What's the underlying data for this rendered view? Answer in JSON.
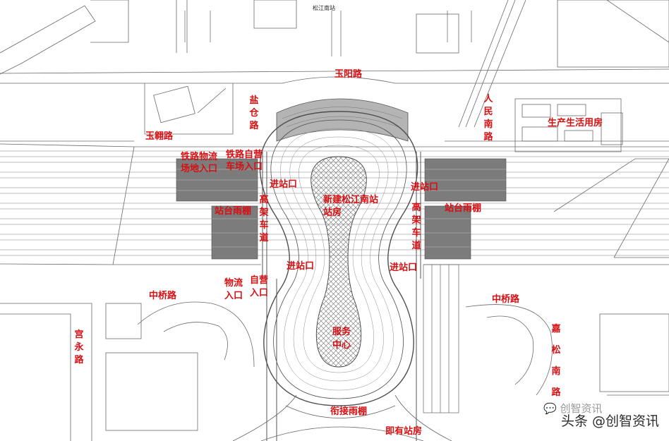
{
  "title": "松江南站",
  "labels": {
    "yuyang_road": "玉阳路",
    "yanchang_road": "盐仓路",
    "renmin_south_road": "人民南路",
    "shengchan_building": "生产生活用房",
    "yuxin_road": "玉翱路",
    "rail_logistics_entrance": "铁路物流场地入口",
    "rail_private_entrance": "铁路自营车场入口",
    "entrance_left_top": "进站口",
    "entrance_right_top": "进站口",
    "entrance_left_bottom": "进站口",
    "entrance_right_bottom": "进站口",
    "new_station": "新建松江南站站房",
    "canopy_left": "站台雨棚",
    "canopy_right": "站台雨棚",
    "elevated_road_left": "高架车道",
    "elevated_road_right": "高架车道",
    "logistics_entrance": "物流入口",
    "self_entrance": "自营入口",
    "zhongqiao_left": "中桥路",
    "zhongqiao_right": "中桥路",
    "service_center": "服务中心",
    "gongyong_road": "宫永路",
    "jiasong_road": "嘉松南路",
    "link_canopy": "衔接雨棚",
    "existing_station": "即有站房"
  },
  "watermark": {
    "logo_text": "创智资讯",
    "text": "头条 @创智资讯"
  },
  "colors": {
    "label_red": "#d80f12",
    "line": "#5a5a5a",
    "canopy": "#6b6b6b"
  }
}
